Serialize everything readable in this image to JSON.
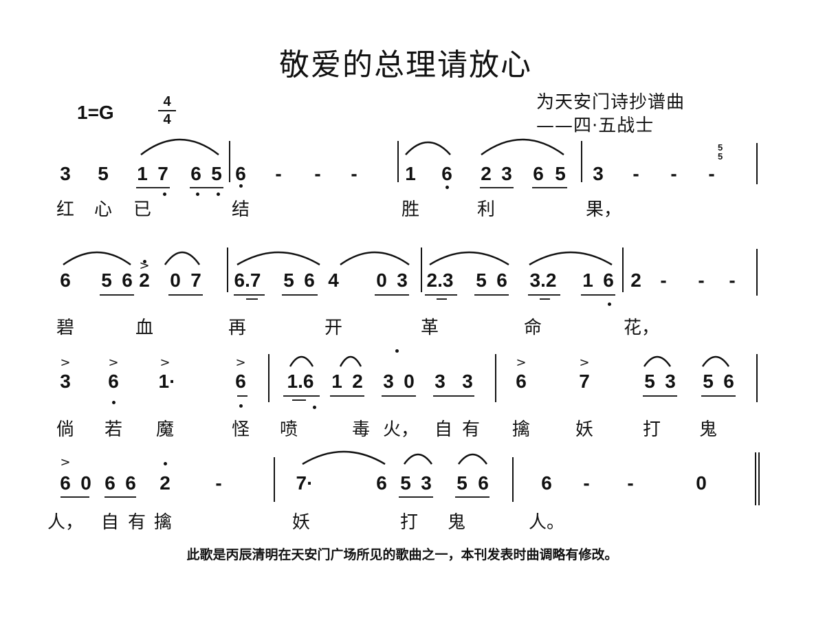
{
  "title": "敬爱的总理请放心",
  "key": "1=G",
  "time_signature": {
    "top": "4",
    "bottom": "4"
  },
  "credits": [
    "为天安门诗抄谱曲",
    "——四·五战士"
  ],
  "grace_notes": [
    "5",
    "5"
  ],
  "rows": [
    {
      "notes": [
        "3",
        "5",
        "1",
        "7",
        "6",
        "5",
        "6",
        "-",
        "-",
        "-",
        "1",
        "6",
        "2",
        "3",
        "6",
        "5",
        "3",
        "-",
        "-",
        "-"
      ],
      "lyrics": [
        "红",
        "心",
        "已",
        "结",
        "胜",
        "利",
        "果，"
      ]
    },
    {
      "notes": [
        "6",
        "5",
        "6",
        "2",
        "0",
        "7",
        "6.7",
        "5",
        "6",
        "4",
        "0",
        "3",
        "2.3",
        "5",
        "6",
        "3.2",
        "1",
        "6",
        "2",
        "-",
        "-",
        "-"
      ],
      "lyrics": [
        "碧",
        "血",
        "再",
        "开",
        "革",
        "命",
        "花，"
      ]
    },
    {
      "notes": [
        "3",
        "6",
        "1·",
        "6",
        "1.6",
        "1",
        "2",
        "3",
        "0",
        "3",
        "3",
        "6",
        "7",
        "5",
        "3",
        "5",
        "6"
      ],
      "lyrics": [
        "倘",
        "若",
        "魔",
        "怪",
        "喷",
        "毒",
        "火，",
        "自",
        "有",
        "擒",
        "妖",
        "打",
        "鬼"
      ]
    },
    {
      "notes": [
        "6",
        "0",
        "6",
        "6",
        "2",
        "-",
        "7·",
        "6",
        "5",
        "3",
        "5",
        "6",
        "6",
        "-",
        "-",
        "0"
      ],
      "lyrics": [
        "人，",
        "自",
        "有",
        "擒",
        "妖",
        "打",
        "鬼",
        "人。"
      ]
    }
  ],
  "footnote": "此歌是丙辰清明在天安门广场所见的歌曲之一，本刊发表时曲调略有修改。"
}
